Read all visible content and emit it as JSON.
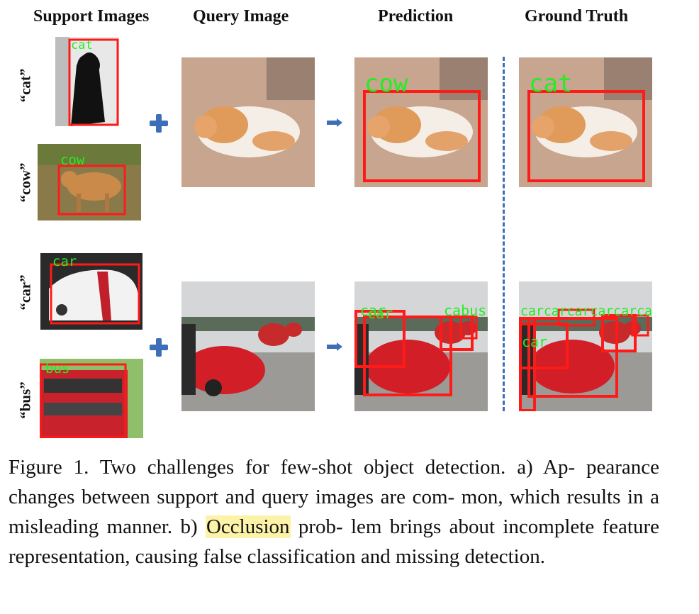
{
  "headers": {
    "support": "Support Images",
    "query": "Query Image",
    "prediction": "Prediction",
    "ground_truth": "Ground Truth"
  },
  "row_labels": {
    "cat": "“cat”",
    "cow": "“cow”",
    "car": "“car”",
    "bus": "“bus”"
  },
  "box_labels": {
    "support_cat": "cat",
    "support_cow": "cow",
    "support_car": "car",
    "support_bus": "bus",
    "pred_row1": "cow",
    "gt_row1": "cat",
    "pred_row2": [
      "car",
      "car",
      "cabus"
    ],
    "gt_row2": [
      "carcarcarcarcarca",
      "car"
    ]
  },
  "caption": {
    "lead": "Figure 1. Two challenges for few-shot object detection.  a) Ap- pearance changes between support and query images are com- mon, which results in a misleading manner.  b) ",
    "highlight": "Occlusion",
    "tail": " prob- lem brings about incomplete feature representation, causing false classification and missing detection."
  },
  "colors": {
    "box": "#ff1a1a",
    "label": "#22ee22",
    "accent": "#3d6fb8",
    "highlight": "#fdf3a8"
  }
}
